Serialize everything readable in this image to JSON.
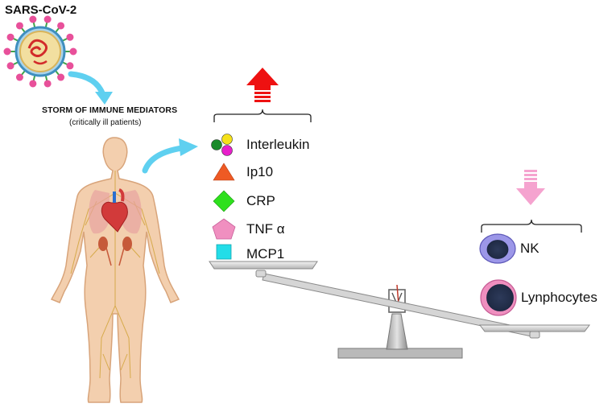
{
  "virus": {
    "label": "SARS-CoV-2"
  },
  "storm": {
    "title": "STORM OF IMMUNE MEDIATORS",
    "subtitle": "(critically ill patients)"
  },
  "mediators": [
    {
      "label": "Interleukin",
      "icon": "three-circles-icon",
      "colors": [
        "#1a8a2a",
        "#f5e11a",
        "#e81fcb"
      ]
    },
    {
      "label": "Ip10",
      "icon": "triangle-icon",
      "colors": [
        "#ee5a24"
      ]
    },
    {
      "label": "CRP",
      "icon": "diamond-icon",
      "colors": [
        "#2ee01d"
      ]
    },
    {
      "label": "TNF α",
      "icon": "pentagon-icon",
      "colors": [
        "#f08fc0"
      ]
    },
    {
      "label": "MCP1",
      "icon": "square-icon",
      "colors": [
        "#23dde8"
      ]
    }
  ],
  "cells": [
    {
      "label": "NK",
      "icon": "nk-cell-icon",
      "colors": [
        "#9c97e8",
        "#2f3f5e"
      ]
    },
    {
      "label": "Lynphocytes",
      "icon": "lymphocyte-cell-icon",
      "colors": [
        "#ef8fbf",
        "#2f3f5e"
      ]
    }
  ],
  "colors": {
    "increase_arrow": "#ee1111",
    "decrease_arrow": "#f5a3cf",
    "flow_arrow": "#5fd0f0",
    "body_skin": "#f3cfae",
    "lymph": "#d2a43a"
  }
}
